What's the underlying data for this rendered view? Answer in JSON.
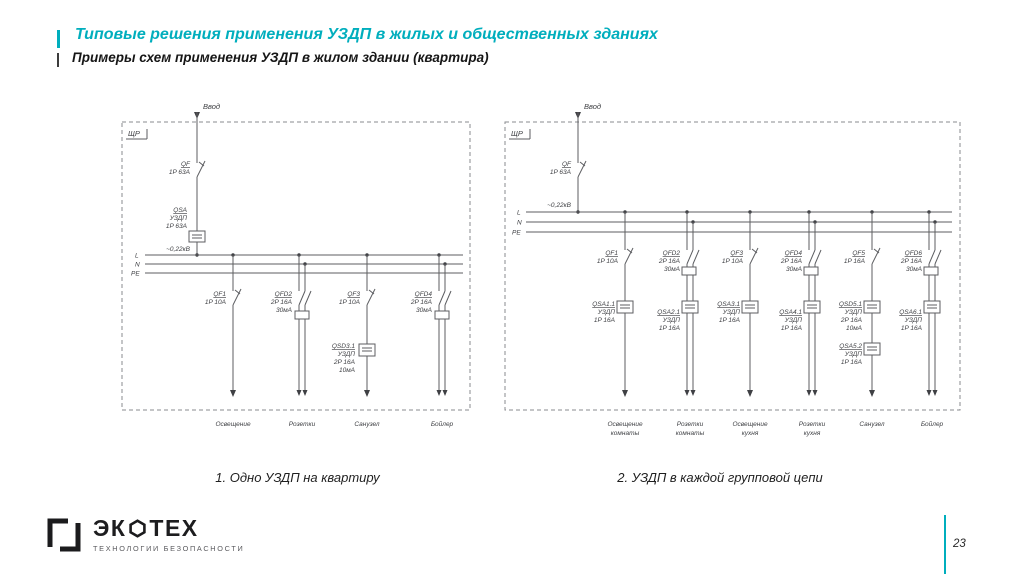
{
  "header": {
    "title": "Типовые решения применения УЗДП в жилых и общественных зданиях",
    "subtitle": "Примеры схем применения УЗДП в жилом здании (квартира)"
  },
  "captions": {
    "left": "1. Одно УЗДП на квартиру",
    "right": "2. УЗДП в каждой групповой цепи"
  },
  "colors": {
    "accent": "#00AEBD"
  },
  "diagram_left": {
    "input_label": "Ввод",
    "panel_label": "ЩР",
    "voltage_label": "~0,22кВ",
    "bus_l": "L",
    "bus_n": "N",
    "bus_pe": "PE",
    "main_breaker": {
      "name": "QF",
      "spec": "1P 63А"
    },
    "main_uzdp": {
      "name": "QSA",
      "type": "УЗДП",
      "spec": "1P 63А"
    },
    "branches": [
      {
        "name": "QF1",
        "spec": "1P 10А",
        "load1": "Освещение"
      },
      {
        "name": "QFD2",
        "spec": "2P 16А",
        "current": "30мА",
        "load1": "Розетки"
      },
      {
        "name": "QF3",
        "spec": "1P 10А",
        "load1": "Санузел"
      },
      {
        "name": "QFD4",
        "spec": "2P 16А",
        "current": "30мА",
        "load1": "Бойлер"
      }
    ],
    "branch3_uzdp": {
      "name": "QSD3.1",
      "type": "УЗДП",
      "spec": "2P 16А",
      "current": "10мА"
    }
  },
  "diagram_right": {
    "input_label": "Ввод",
    "panel_label": "ЩР",
    "voltage_label": "~0,22кВ",
    "bus_l": "L",
    "bus_n": "N",
    "bus_pe": "PE",
    "main_breaker": {
      "name": "QF",
      "spec": "1P 63А"
    },
    "branches": [
      {
        "name": "QF1",
        "spec": "1P 10А",
        "uzdp": {
          "name": "QSA1.1",
          "type": "УЗДП",
          "spec": "1P 16А"
        },
        "load1": "Освещение",
        "load2": "комнаты"
      },
      {
        "name": "QFD2",
        "spec": "2P 16А",
        "current": "30мА",
        "uzdp": {
          "name": "QSA2.1",
          "type": "УЗДП",
          "spec": "1P 16А"
        },
        "load1": "Розетки",
        "load2": "комнаты"
      },
      {
        "name": "QF3",
        "spec": "1P 10А",
        "uzdp": {
          "name": "QSA3.1",
          "type": "УЗДП",
          "spec": "1P 16А"
        },
        "load1": "Освещение",
        "load2": "кухня"
      },
      {
        "name": "QFD4",
        "spec": "2P 16А",
        "current": "30мА",
        "uzdp": {
          "name": "QSA4.1",
          "type": "УЗДП",
          "spec": "1P 16А"
        },
        "load1": "Розетки",
        "load2": "кухня"
      },
      {
        "name": "QF5",
        "spec": "1P 16А",
        "uzdp": {
          "name": "QSD5.1",
          "type": "УЗДП",
          "spec": "2P 16А",
          "current": "10мА"
        },
        "load1": "Санузел",
        "load2": ""
      },
      {
        "name": "QFD6",
        "spec": "2P 16А",
        "current": "30мА",
        "uzdp": {
          "name": "QSA6.1",
          "type": "УЗДП",
          "spec": "1P 16А"
        },
        "load1": "Бойлер",
        "load2": ""
      }
    ],
    "branch5_uzdp2": {
      "name": "QSA5.2",
      "type": "УЗДП",
      "spec": "1P 16А"
    }
  },
  "footer": {
    "brand_pre": "ЭК",
    "brand_post": "ТЕХ",
    "tagline": "ТЕХНОЛОГИИ БЕЗОПАСНОСТИ",
    "page_number": "23"
  }
}
